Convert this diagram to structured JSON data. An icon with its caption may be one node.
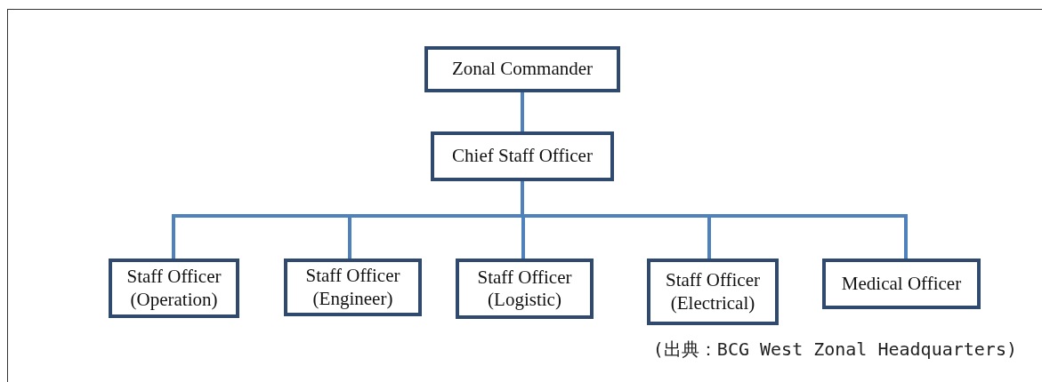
{
  "diagram": {
    "nodes": [
      {
        "text": [
          "Zonal Commander"
        ]
      },
      {
        "text": [
          "Chief Staff Officer"
        ]
      },
      {
        "text": [
          "Staff Officer (Operation)"
        ]
      },
      {
        "text": [
          "Staff Officer (Engineer)"
        ]
      },
      {
        "text": [
          "Staff Officer (Logistic)"
        ]
      },
      {
        "text": [
          "Staff Officer (Electrical)"
        ]
      },
      {
        "text": [
          "Medical Officer"
        ]
      }
    ],
    "edges": [
      {
        "from": 0,
        "to": 1,
        "arrow": "none"
      },
      {
        "from": 1,
        "to": 2,
        "arrow": "none"
      },
      {
        "from": 1,
        "to": 3,
        "arrow": "none"
      },
      {
        "from": 1,
        "to": 4,
        "arrow": "none"
      },
      {
        "from": 1,
        "to": 5,
        "arrow": "none"
      },
      {
        "from": 1,
        "to": 6,
        "arrow": "none"
      }
    ],
    "labels": [
      "(出典：BCG West Zonal Headquarters)"
    ]
  }
}
